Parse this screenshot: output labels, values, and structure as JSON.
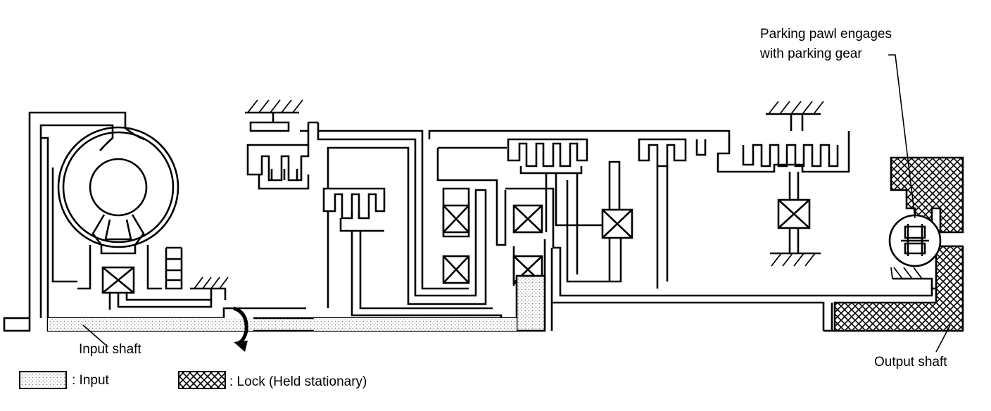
{
  "callout": {
    "line1": "Parking pawl engages",
    "line2": "with parking gear"
  },
  "labels": {
    "input_shaft": "Input shaft",
    "output_shaft": "Output shaft"
  },
  "legend": {
    "input": ": Input",
    "lock": ": Lock (Held stationary)"
  },
  "colors": {
    "line": "#000000",
    "background": "#ffffff",
    "input_dot": "#9a9a9a"
  },
  "icons": {
    "rotation": "curved-rotation-arrow-icon",
    "clutch": "crossed-box-icon",
    "ground": "hatched-ground-icon"
  }
}
